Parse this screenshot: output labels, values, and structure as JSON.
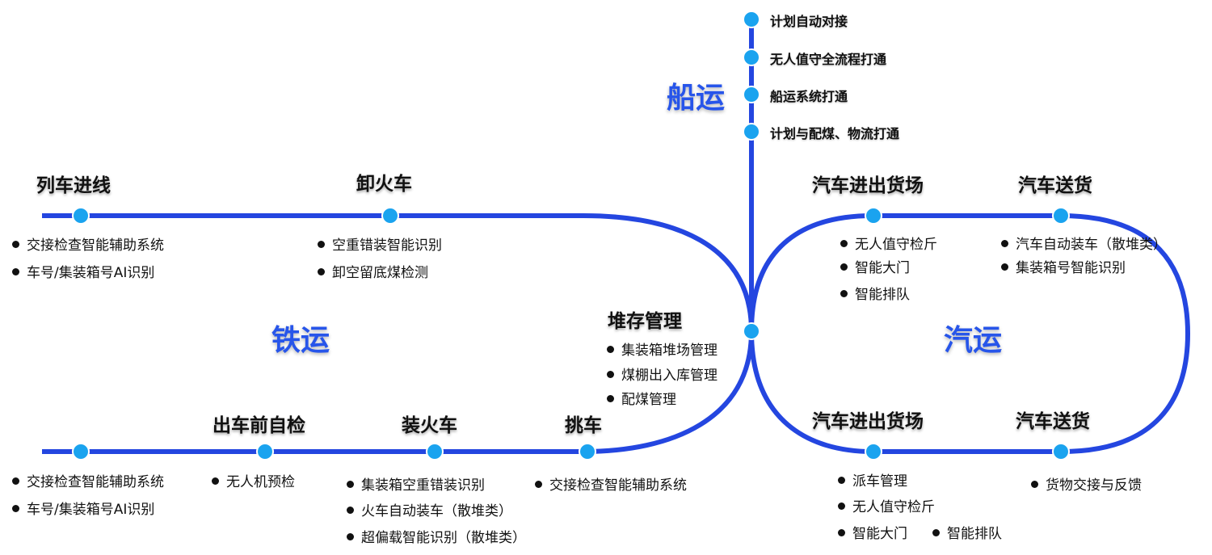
{
  "colors": {
    "track": "#2446e0",
    "station": "#1aa3ef",
    "region": "#2755ea"
  },
  "regions": {
    "rail": "铁运",
    "ship": "船运",
    "truck": "汽运"
  },
  "ship_items": [
    "计划自动对接",
    "无人值守全流程打通",
    "船运系统打通",
    "计划与配煤、物流打通"
  ],
  "rail_stations": {
    "train_entry": {
      "title": "列车进线",
      "items": [
        "交接检查智能辅助系统",
        "车号/集装箱号AI识别"
      ]
    },
    "unload": {
      "title": "卸火车",
      "items": [
        "空重错装智能识别",
        "卸空留底煤检测"
      ]
    },
    "storage": {
      "title": "堆存管理",
      "items": [
        "集装箱堆场管理",
        "煤棚出入库管理",
        "配煤管理"
      ]
    },
    "depart_check": {
      "title": "出车前自检",
      "items": [
        "无人机预检"
      ]
    },
    "load": {
      "title": "装火车",
      "items": [
        "集装箱空重错装识别",
        "火车自动装车（散堆类）",
        "超偏载智能识别（散堆类）"
      ]
    },
    "pick": {
      "title": "挑车",
      "items": [
        "交接检查智能辅助系统"
      ]
    },
    "bottom_start": {
      "items": [
        "交接检查智能辅助系统",
        "车号/集装箱号AI识别"
      ]
    }
  },
  "truck_stations": {
    "yard_top": {
      "title": "汽车进出货场",
      "items": [
        "无人值守检斤",
        "智能大门",
        "智能排队"
      ]
    },
    "deliver_top": {
      "title": "汽车送货",
      "items": [
        "汽车自动装车（散堆类）",
        "集装箱号智能识别"
      ]
    },
    "yard_bottom": {
      "title": "汽车进出货场",
      "items": [
        "派车管理",
        "无人值守检斤",
        "智能大门",
        "智能排队"
      ]
    },
    "deliver_bottom": {
      "title": "汽车送货",
      "items": [
        "货物交接与反馈"
      ]
    }
  }
}
